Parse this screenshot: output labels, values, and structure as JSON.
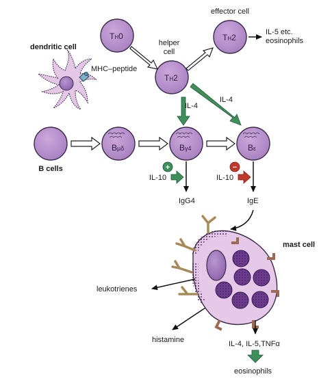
{
  "cells": {
    "th0": {
      "main": "T",
      "sub": "H",
      "suffix": "0"
    },
    "th2_helper": {
      "main": "T",
      "sub": "H",
      "suffix": "2"
    },
    "th2_effector": {
      "main": "T",
      "sub": "H",
      "suffix": "2"
    },
    "b_naive": "",
    "b_mu_delta": {
      "main": "B",
      "sub": "μδ"
    },
    "b_gamma4": {
      "main": "B",
      "sub": "γ4"
    },
    "b_epsilon": {
      "main": "B",
      "sub": "ε"
    }
  },
  "labels": {
    "effector_cell": "effector cell",
    "helper_cell_line1": "helper",
    "helper_cell_line2": "cell",
    "il5_etc": "IL-5 etc.",
    "eosinophils_top": "eosinophils",
    "dendritic_cell": "dendritic cell",
    "mhc_peptide": "MHC–peptide",
    "b_cells": "B cells",
    "il4_left": "IL-4",
    "il4_right": "IL-4",
    "il10_left": "IL-10",
    "il10_right": "IL-10",
    "plus_sign": "+",
    "minus_sign": "−",
    "igg4": "IgG4",
    "ige": "IgE",
    "mast_cell": "mast cell",
    "leukotrienes": "leukotrienes",
    "histamine": "histamine",
    "cytokines": "IL-4, IL-5,TNFα",
    "eosinophils_bottom": "eosinophils"
  },
  "colors": {
    "cell_fill": "#b78fcc",
    "cell_nucleus": "#9c72b8",
    "cell_outline": "#3a2a4a",
    "dendritic_fill": "#e4c6e6",
    "mast_fill": "#e6c8e8",
    "granule": "#7a4a9a",
    "granule_dark": "#5a2e78",
    "receptor": "#9b6a52",
    "ige_antibody": "#c8b48a",
    "green_arrow": "#3f8f5a",
    "red_arrow": "#c0392b",
    "mhc_peptide": "#7fb0c9"
  }
}
